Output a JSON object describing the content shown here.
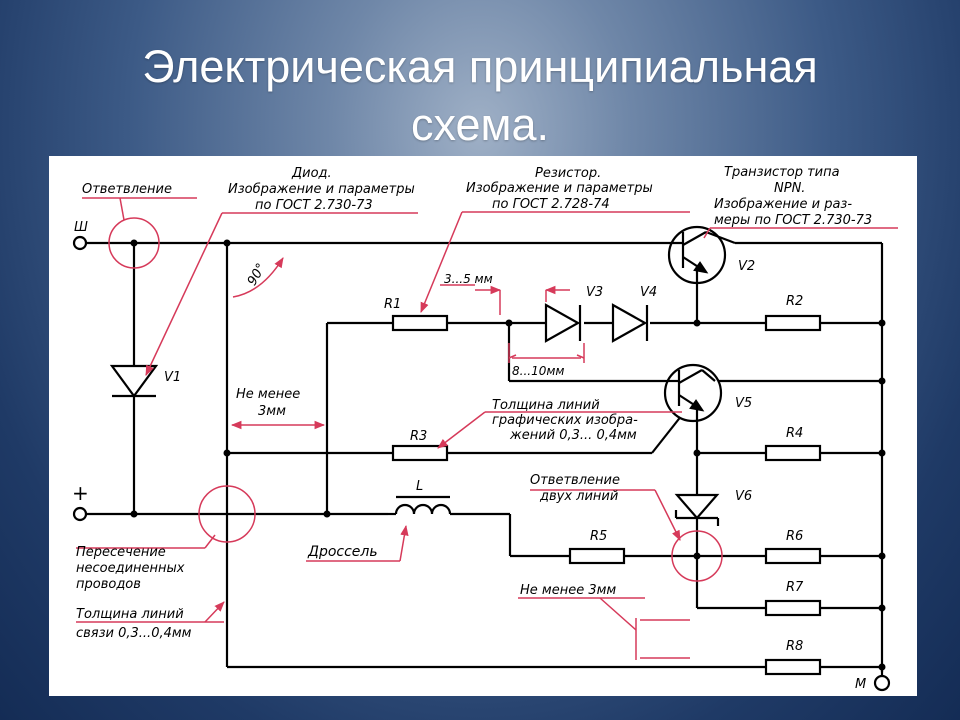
{
  "slide": {
    "title_line1": "Электрическая принципиальная",
    "title_line2": "схема."
  },
  "colors": {
    "annotation": "#d63a5a",
    "wire": "#000000",
    "background_dark": "#142c55",
    "panel": "#ffffff"
  },
  "annotations": {
    "branch": "Ответвление",
    "diode_title": "Диод.",
    "diode_l2": "Изображение и параметры",
    "diode_l3": "по ГОСТ 2.730-73",
    "resistor_title": "Резистор.",
    "resistor_l2": "Изображение и параметры",
    "resistor_l3": "по ГОСТ 2.728-74",
    "transistor_l1": "Транзистор типа",
    "transistor_l2": "NPN.",
    "transistor_l3": "Изображение и раз-",
    "transistor_l4": "меры по ГОСТ 2.730-73",
    "angle": "90°",
    "dim_3_5": "3...5 мм",
    "dim_8_10": "8...10мм",
    "min3_l1": "Не менее",
    "min3_l2": "3мм",
    "thick_graphic_l1": "Толщина линий",
    "thick_graphic_l2": "графических изобра-",
    "thick_graphic_l3": "жений 0,3... 0,4мм",
    "branch_two_l1": "Ответвление",
    "branch_two_l2": "двух линий",
    "crossing_l1": "Пересечение",
    "crossing_l2": "несоединенных",
    "crossing_l3": "проводов",
    "thick_link_l1": "Толщина линий",
    "thick_link_l2": "связи 0,3...0,4мм",
    "choke": "Дроссель",
    "min3_bottom": "Не менее 3мм"
  },
  "components": {
    "terminal_sh": "Ш",
    "terminal_plus": "+",
    "terminal_m": "М",
    "v1": "V1",
    "v2": "V2",
    "v3": "V3",
    "v4": "V4",
    "v5": "V5",
    "v6": "V6",
    "r1": "R1",
    "r2": "R2",
    "r3": "R3",
    "r4": "R4",
    "r5": "R5",
    "r6": "R6",
    "r7": "R7",
    "r8": "R8",
    "l": "L"
  }
}
